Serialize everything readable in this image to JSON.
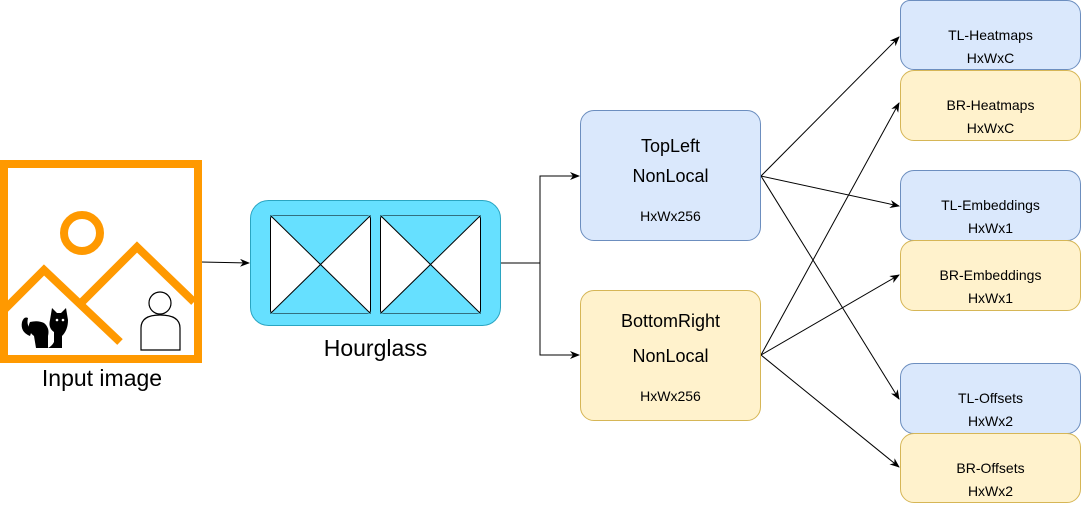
{
  "input": {
    "label": "Input image"
  },
  "hourglass": {
    "label": "Hourglass"
  },
  "branches": [
    {
      "lines": [
        "TopLeft",
        "NonLocal"
      ],
      "shape": "HxWx256",
      "color": "blue"
    },
    {
      "lines": [
        "BottomRight",
        "NonLocal"
      ],
      "shape": "HxWx256",
      "color": "yellow"
    }
  ],
  "outputs": [
    {
      "title": "TL-Heatmaps",
      "shape": "HxWxC"
    },
    {
      "title": "BR-Heatmaps",
      "shape": "HxWxC"
    },
    {
      "title": "TL-Embeddings",
      "shape": "HxWx1"
    },
    {
      "title": "BR-Embeddings",
      "shape": "HxWx1"
    },
    {
      "title": "TL-Offsets",
      "shape": "HxWx2"
    },
    {
      "title": "BR-Offsets",
      "shape": "HxWx2"
    }
  ],
  "colors": {
    "image_frame": "#ff9900",
    "hourglass_fill": "#66e0ff",
    "blue_fill": "#dae8fc",
    "blue_stroke": "#6c8ebf",
    "yellow_fill": "#fff2cc",
    "yellow_stroke": "#d6b656"
  }
}
